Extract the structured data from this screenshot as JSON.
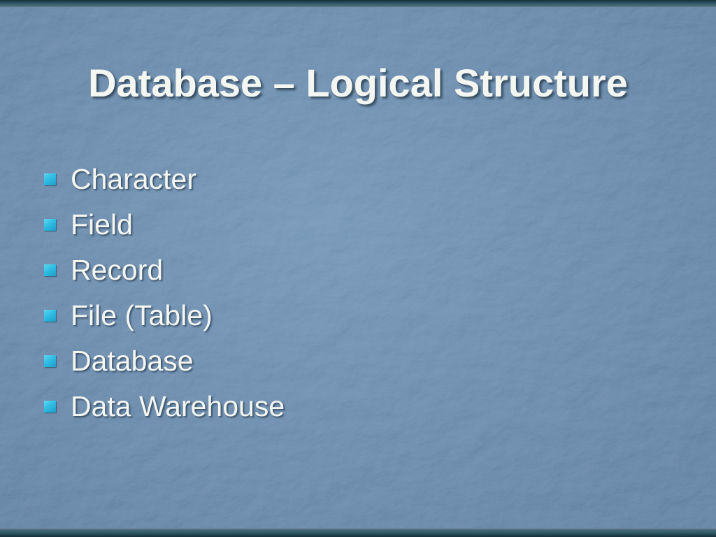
{
  "slide": {
    "title": "Database – Logical Structure",
    "bullets": [
      "Character",
      "Field",
      "Record",
      "File (Table)",
      "Database",
      "Data Warehouse"
    ]
  },
  "colors": {
    "background_center": "#5e82a8",
    "background_edge": "#4c6d92",
    "edge_bar_dark": "#142f3a",
    "edge_bar_light": "#3b6372",
    "title_text": "#f3f6f1",
    "body_text": "#f3f6f1",
    "bullet_square": "#2fbde4"
  }
}
